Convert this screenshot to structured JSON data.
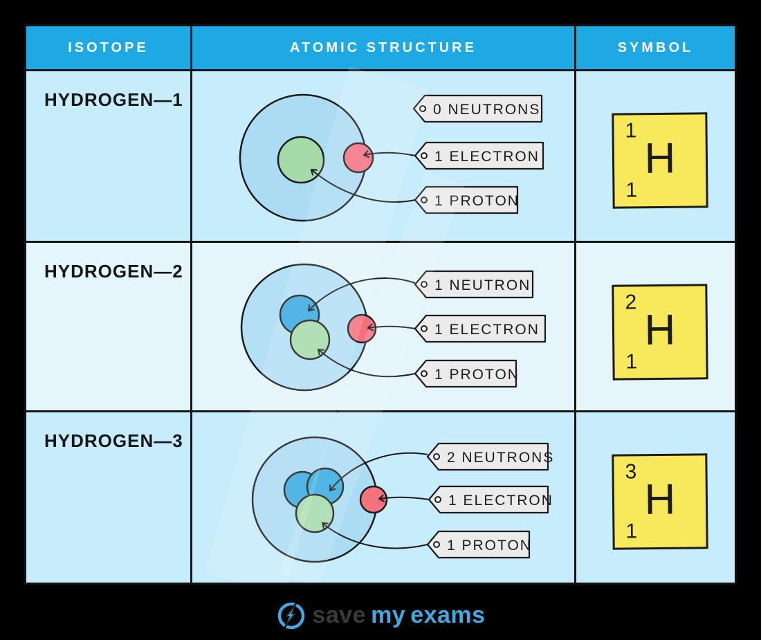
{
  "header": {
    "columns": [
      "ISOTOPE",
      "ATOMIC STRUCTURE",
      "SYMBOL"
    ]
  },
  "rows": [
    {
      "isotope": "HYDROGEN—1",
      "labels": {
        "neutrons": "0 NEUTRONS",
        "electron": "1 ELECTRON",
        "proton": "1 PROTON"
      },
      "symbol": {
        "mass": "1",
        "element": "H",
        "atomic": "1"
      },
      "particle_counts": {
        "neutrons": 0,
        "protons": 1,
        "electrons": 1
      }
    },
    {
      "isotope": "HYDROGEN—2",
      "labels": {
        "neutrons": "1 NEUTRON",
        "electron": "1 ELECTRON",
        "proton": "1 PROTON"
      },
      "symbol": {
        "mass": "2",
        "element": "H",
        "atomic": "1"
      },
      "particle_counts": {
        "neutrons": 1,
        "protons": 1,
        "electrons": 1
      }
    },
    {
      "isotope": "HYDROGEN—3",
      "labels": {
        "neutrons": "2 NEUTRONS",
        "electron": "1 ELECTRON",
        "proton": "1 PROTON"
      },
      "symbol": {
        "mass": "3",
        "element": "H",
        "atomic": "1"
      },
      "particle_counts": {
        "neutrons": 2,
        "protons": 1,
        "electrons": 1
      }
    }
  ],
  "footer": {
    "brand": {
      "save": "save",
      "my": "my",
      "exams": "exams"
    }
  },
  "colors": {
    "header_blue": "#1ea9e4",
    "row_light_blue": "#c7ecfb",
    "row_pale_blue": "#e4f5fb",
    "atom_fill": "#abdcf3",
    "proton_green": "#a5dba8",
    "neutron_blue": "#36a9e0",
    "electron_red": "#f4727e",
    "tag_fill": "#ebebeb",
    "symbol_yellow": "#f8e95c",
    "brand_blue": "#3fa9e1",
    "brand_dark": "#3a3a3c",
    "outline": "#1b1b1b"
  }
}
